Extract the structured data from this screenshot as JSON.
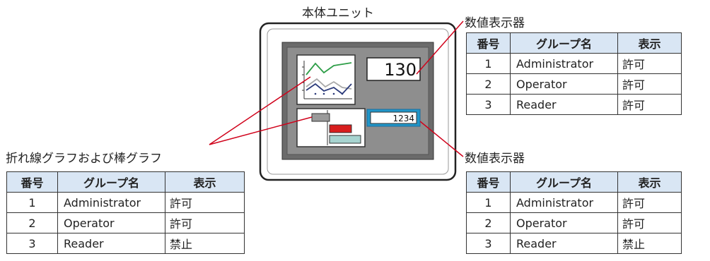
{
  "unit_label": "本体ユニット",
  "callouts": {
    "top_right": "数値表示器",
    "bottom_right": "数値表示器",
    "left": "折れ線グラフおよび棒グラフ"
  },
  "numeric_large": "130",
  "numeric_small": "1234",
  "table_headers": [
    "番号",
    "グループ名",
    "表示"
  ],
  "table_top_right": [
    [
      "1",
      "Administrator",
      "許可"
    ],
    [
      "2",
      "Operator",
      "許可"
    ],
    [
      "3",
      "Reader",
      "許可"
    ]
  ],
  "table_left": [
    [
      "1",
      "Administrator",
      "許可"
    ],
    [
      "2",
      "Operator",
      "許可"
    ],
    [
      "3",
      "Reader",
      "禁止"
    ]
  ],
  "table_bottom_right": [
    [
      "1",
      "Administrator",
      "許可"
    ],
    [
      "2",
      "Operator",
      "許可"
    ],
    [
      "3",
      "Reader",
      "禁止"
    ]
  ],
  "colors": {
    "callout_line": "#d0021b",
    "header_fill": "#d9e6f4",
    "screen_fill": "#8e8e8e",
    "bezel": "#6b6b6b",
    "numeric_border": "#1a8fc8",
    "line_green": "#2e9e48",
    "line_gray": "#a8a8a8",
    "line_navy": "#2b3a7a",
    "bar_gray": "#9a9a9a",
    "bar_red": "#d81e1e",
    "bar_teal": "#a7d4d0"
  }
}
